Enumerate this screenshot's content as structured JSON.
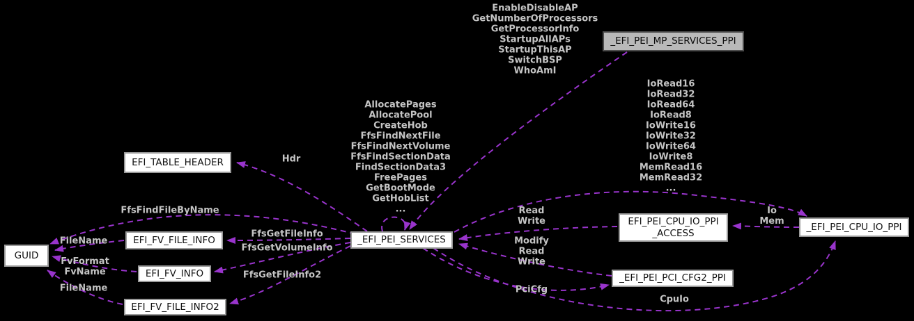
{
  "diagram": {
    "kind": "doxygen-collaboration-graph",
    "colors": {
      "background": "#000000",
      "edge": "#9934CC",
      "edge_label_text": "#c4c4c4",
      "node_fill": "#ffffff",
      "node_border": "#9a9a9a",
      "node_text": "#111111",
      "highlight_node_fill": "#b9b9b9",
      "highlight_node_border": "#4d4d4d"
    }
  },
  "nodes": {
    "efi_table_header": "EFI_TABLE_HEADER",
    "guid": "GUID",
    "efi_fv_file_info": "EFI_FV_FILE_INFO",
    "efi_fv_info": "EFI_FV_INFO",
    "efi_fv_file_info2": "EFI_FV_FILE_INFO2",
    "efi_pei_services": "_EFI_PEI_SERVICES",
    "efi_pei_mp_services_ppi": "_EFI_PEI_MP_SERVICES_PPI",
    "efi_pei_cpu_io_ppi_access": [
      "EFI_PEI_CPU_IO_PPI",
      "_ACCESS"
    ],
    "efi_pei_cpu_io_ppi": "_EFI_PEI_CPU_IO_PPI",
    "efi_pei_pci_cfg2_ppi": "_EFI_PEI_PCI_CFG2_PPI"
  },
  "labels": {
    "hdr": "Hdr",
    "mp_methods": [
      "EnableDisableAP",
      "GetNumberOfProcessors",
      "GetProcessorInfo",
      "StartupAllAPs",
      "StartupThisAP",
      "SwitchBSP",
      "WhoAmI"
    ],
    "services_self_methods": [
      "AllocatePages",
      "AllocatePool",
      "CreateHob",
      "FfsFindNextFile",
      "FfsFindNextVolume",
      "FfsFindSectionData",
      "FindSectionData3",
      "FreePages",
      "GetBootMode",
      "GetHobList",
      "..."
    ],
    "cpu_io_methods": [
      "IoRead16",
      "IoRead32",
      "IoRead64",
      "IoRead8",
      "IoWrite16",
      "IoWrite32",
      "IoWrite64",
      "IoWrite8",
      "MemRead16",
      "MemRead32",
      "..."
    ],
    "ffs_find_file_by_name": "FfsFindFileByName",
    "file_name_upper": "FileName",
    "fv_format_fv_name": [
      "FvFormat",
      "FvName"
    ],
    "file_name_lower": "FileName",
    "ffs_get_file_info": "FfsGetFileInfo",
    "ffs_get_volume_info": "FfsGetVolumeInfo",
    "ffs_get_file_info2": "FfsGetFileInfo2",
    "read_write": [
      "Read",
      "Write"
    ],
    "modify_read_write": [
      "Modify",
      "Read",
      "Write"
    ],
    "pci_cfg": "PciCfg",
    "cpu_io": "CpuIo",
    "io_mem": [
      "Io",
      "Mem"
    ]
  }
}
